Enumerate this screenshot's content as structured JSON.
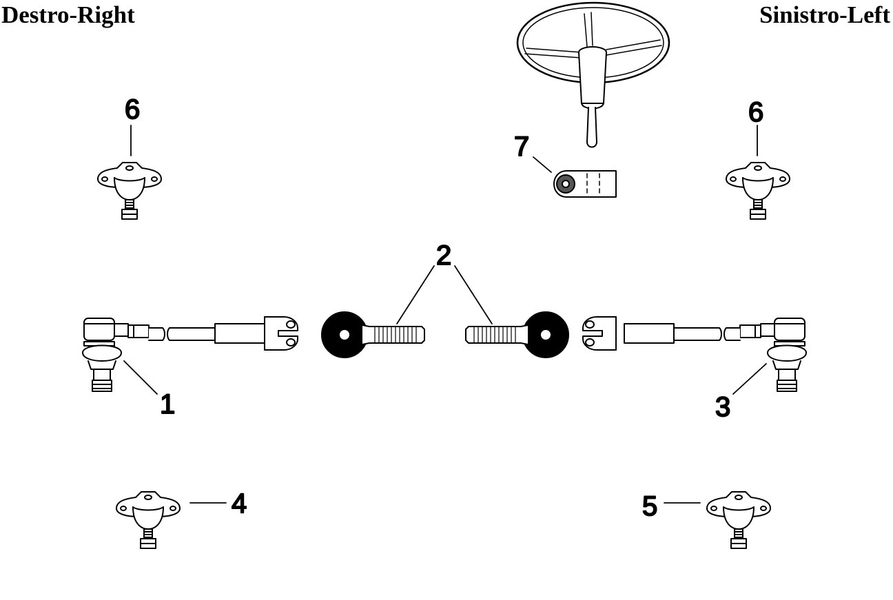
{
  "headings": {
    "right_side": "Destro-Right",
    "left_side": "Sinistro-Left"
  },
  "callouts": {
    "c1": "1",
    "c2": "2",
    "c3": "3",
    "c4": "4",
    "c5": "5",
    "c6a": "6",
    "c6b": "6",
    "c7": "7"
  },
  "colors": {
    "line": "#000000",
    "background": "#ffffff",
    "washer": "#555555"
  }
}
